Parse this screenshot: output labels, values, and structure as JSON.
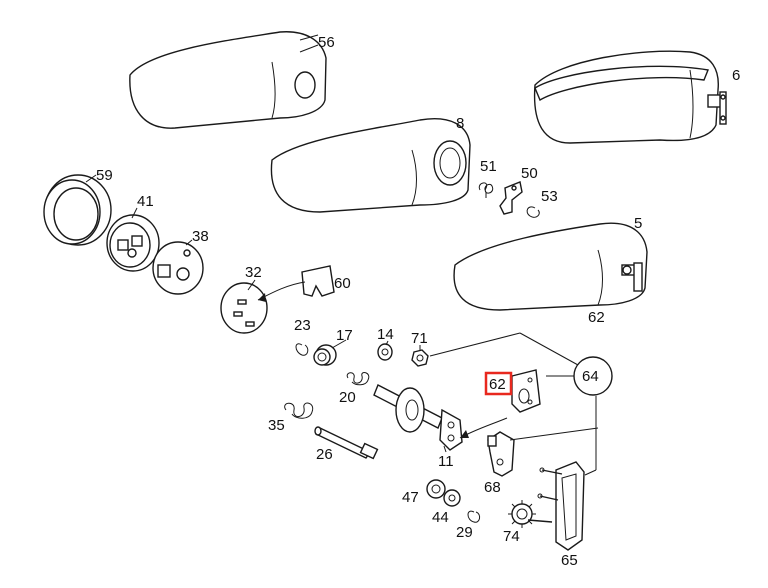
{
  "labels": {
    "p56": "56",
    "p6": "6",
    "p8": "8",
    "p59": "59",
    "p41": "41",
    "p38": "38",
    "p51": "51",
    "p50": "50",
    "p53": "53",
    "p5": "5",
    "p32": "32",
    "p60": "60",
    "p62a": "62",
    "p23": "23",
    "p17": "17",
    "p14": "14",
    "p71": "71",
    "p64": "64",
    "p20": "20",
    "p62b": "62",
    "p35": "35",
    "p26": "26",
    "p11": "11",
    "p68": "68",
    "p47": "47",
    "p44": "44",
    "p29": "29",
    "p74": "74",
    "p65": "65"
  },
  "highlight": {
    "label": "p62b",
    "color": "#e8281e"
  },
  "colors": {
    "ink": "#1a1a1a",
    "paper": "#ffffff"
  }
}
